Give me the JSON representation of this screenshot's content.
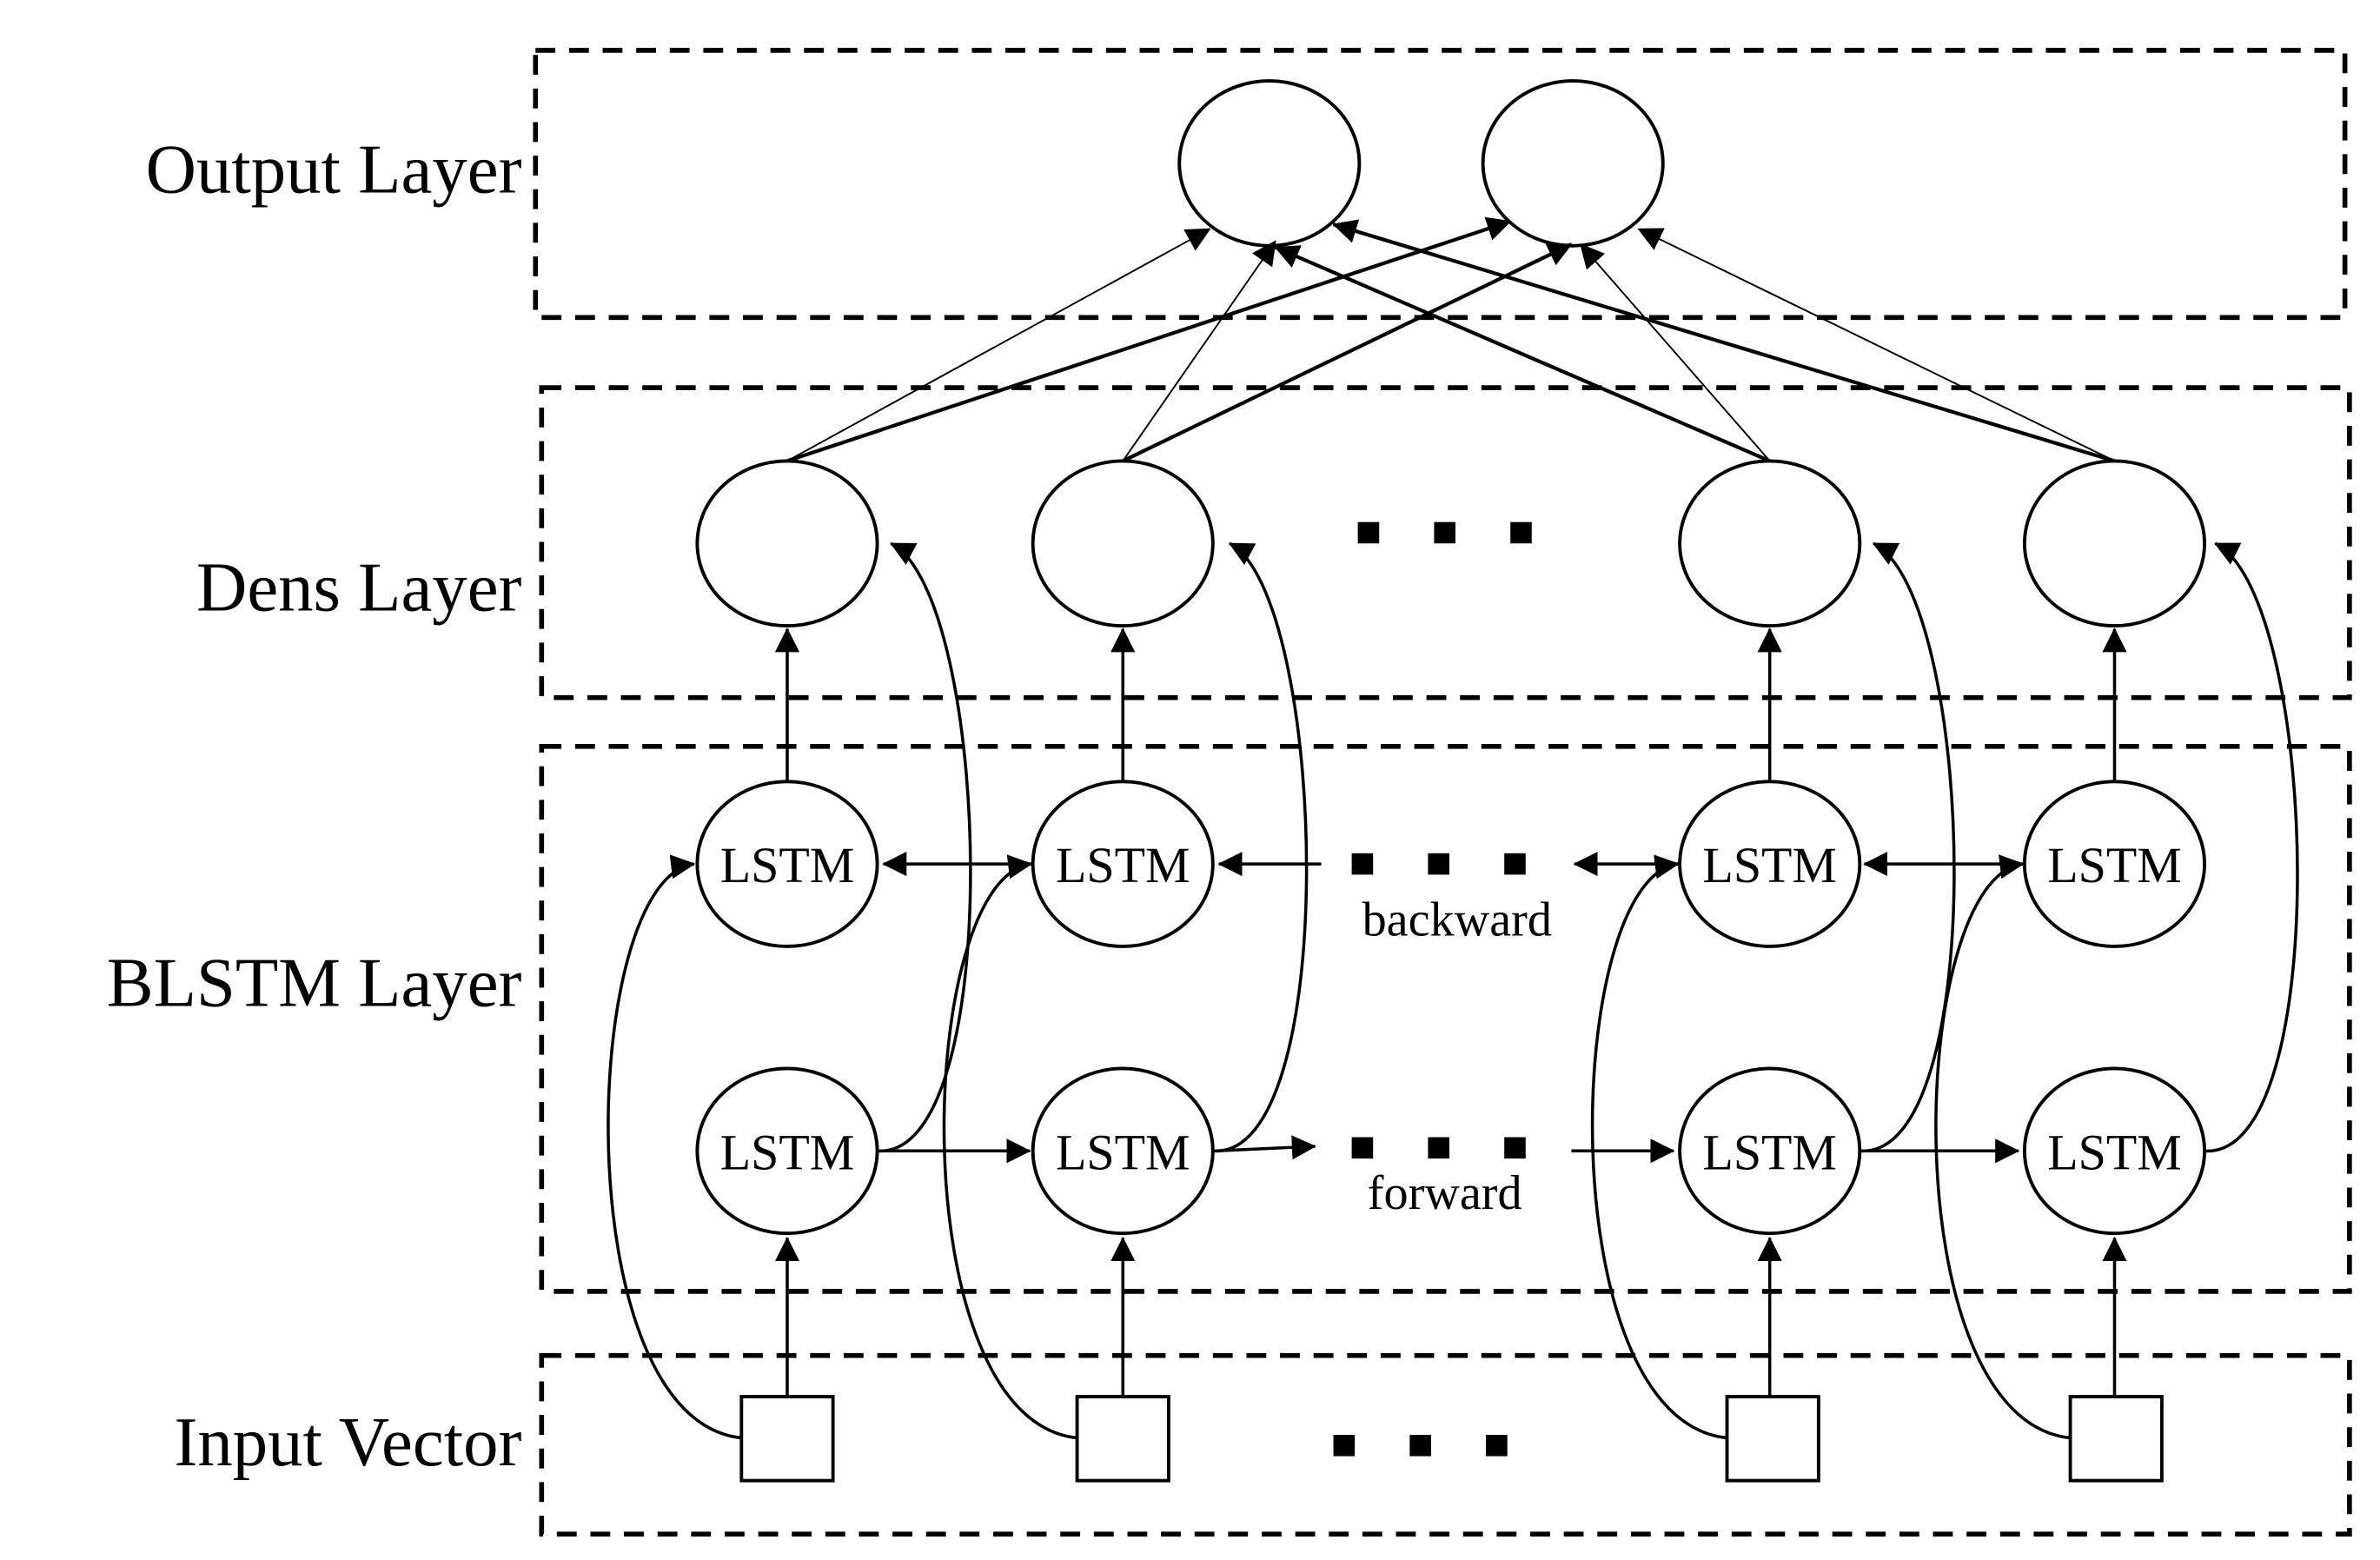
{
  "layers": {
    "output": "Output Layer",
    "dense": "Dens Layer",
    "blstm": "BLSTM Layer",
    "input": "Input Vector"
  },
  "cells": {
    "lstm": "LSTM"
  },
  "directions": {
    "backward": "backward",
    "forward": "forward"
  }
}
